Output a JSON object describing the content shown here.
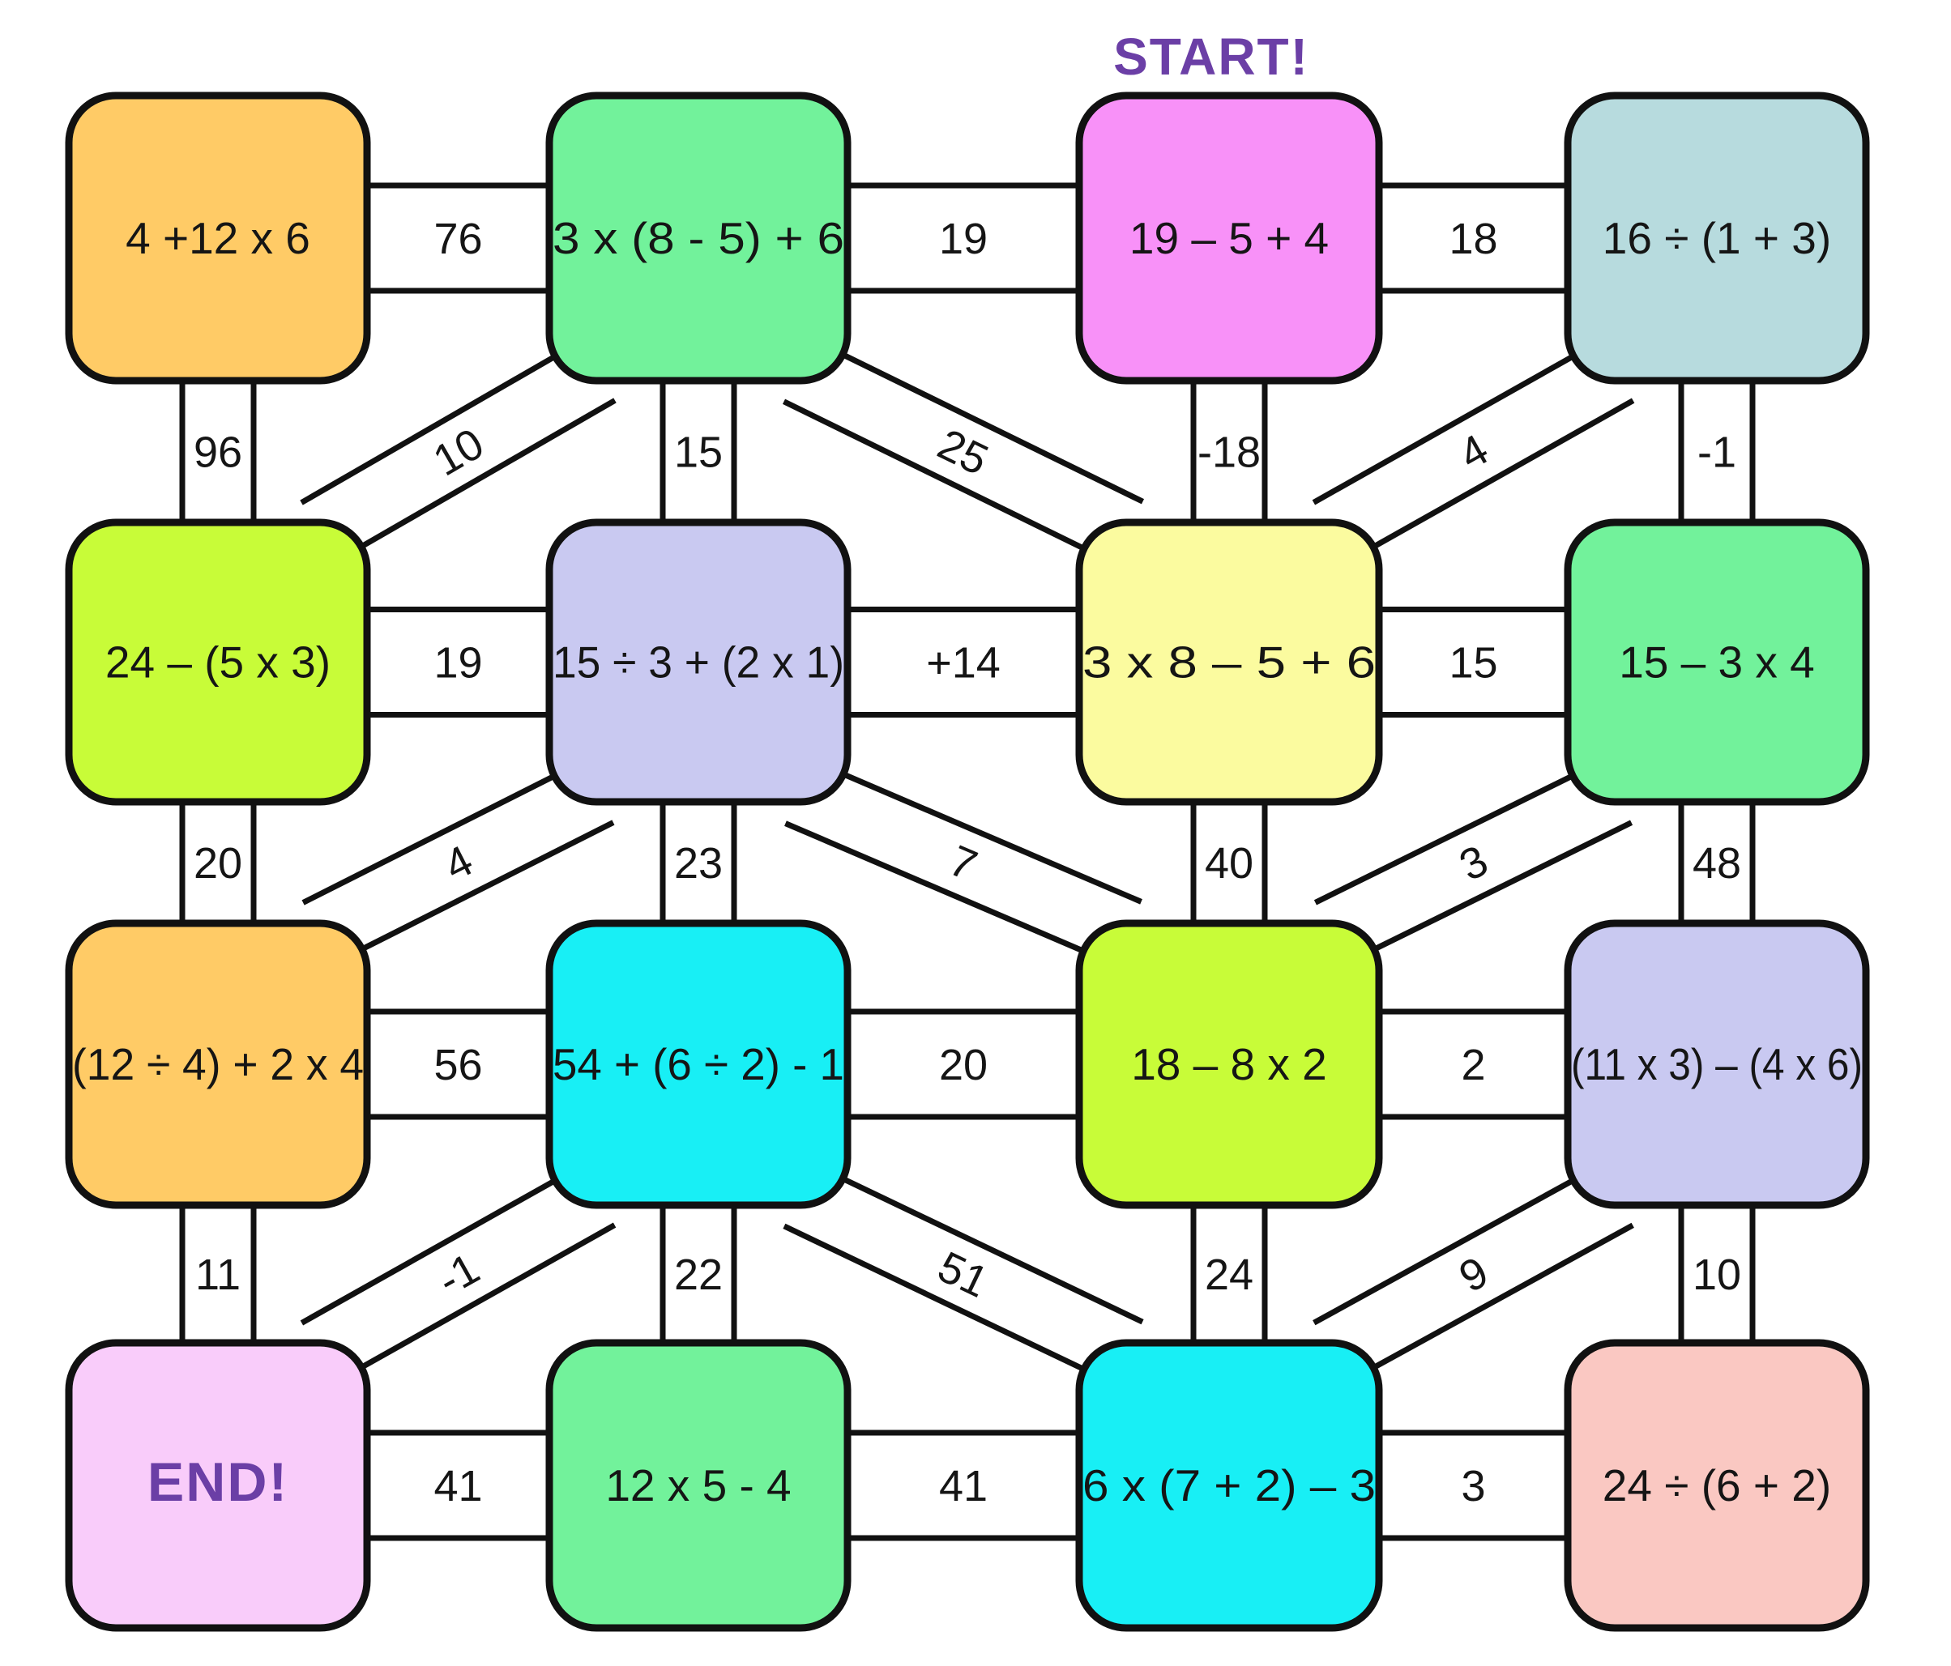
{
  "maze": {
    "start_label": "START!",
    "accent": "#6B3FA6",
    "line_color": "#111111",
    "background": "#ffffff",
    "boxes": [
      {
        "id": "A1",
        "row": 0,
        "col": 0,
        "expr": "4 +12 x 6",
        "color": "#FFCB66"
      },
      {
        "id": "A2",
        "row": 0,
        "col": 1,
        "expr": "3 x (8 - 5) + 6",
        "color": "#72F29B"
      },
      {
        "id": "A3",
        "row": 0,
        "col": 2,
        "expr": "19 – 5 + 4",
        "color": "#F891F8"
      },
      {
        "id": "A4",
        "row": 0,
        "col": 3,
        "expr": "16 ÷ (1 + 3)",
        "color": "#B7DBDE"
      },
      {
        "id": "B1",
        "row": 1,
        "col": 0,
        "expr": "24 – (5 x 3)",
        "color": "#C8FC38"
      },
      {
        "id": "B2",
        "row": 1,
        "col": 1,
        "expr": "15 ÷ 3 + (2 x 1)",
        "color": "#C9C9F1"
      },
      {
        "id": "B3",
        "row": 1,
        "col": 2,
        "expr": "3 x 8 – 5 + 6",
        "color": "#FBFB9F"
      },
      {
        "id": "B4",
        "row": 1,
        "col": 3,
        "expr": "15 – 3 x 4",
        "color": "#72F29B"
      },
      {
        "id": "C1",
        "row": 2,
        "col": 0,
        "expr": "(12 ÷ 4) + 2 x 4",
        "color": "#FFCB66"
      },
      {
        "id": "C2",
        "row": 2,
        "col": 1,
        "expr": "54 + (6 ÷ 2) - 1",
        "color": "#18EFF5"
      },
      {
        "id": "C3",
        "row": 2,
        "col": 2,
        "expr": "18 – 8 x 2",
        "color": "#C8FC38"
      },
      {
        "id": "C4",
        "row": 2,
        "col": 3,
        "expr": "(11 x 3) – (4 x 6)",
        "color": "#C9C9F1"
      },
      {
        "id": "D1",
        "row": 3,
        "col": 0,
        "expr": "END!",
        "color": "#F9CCFA",
        "terminal": true
      },
      {
        "id": "D2",
        "row": 3,
        "col": 1,
        "expr": "12 x 5 - 4",
        "color": "#72F29B"
      },
      {
        "id": "D3",
        "row": 3,
        "col": 2,
        "expr": "6 x (7 + 2) – 3",
        "color": "#18EFF5"
      },
      {
        "id": "D4",
        "row": 3,
        "col": 3,
        "expr": "24 ÷ (6 + 2)",
        "color": "#FAC8C2"
      }
    ],
    "edges": [
      {
        "from": "A1",
        "to": "A2",
        "label": "76",
        "type": "h"
      },
      {
        "from": "A2",
        "to": "A3",
        "label": "19",
        "type": "h"
      },
      {
        "from": "A3",
        "to": "A4",
        "label": "18",
        "type": "h"
      },
      {
        "from": "A1",
        "to": "B1",
        "label": "96",
        "type": "v"
      },
      {
        "from": "A2",
        "to": "B2",
        "label": "15",
        "type": "v"
      },
      {
        "from": "A3",
        "to": "B3",
        "label": "-18",
        "type": "v"
      },
      {
        "from": "A4",
        "to": "B4",
        "label": "-1",
        "type": "v"
      },
      {
        "from": "A2",
        "to": "B1",
        "label": "10",
        "type": "d"
      },
      {
        "from": "A2",
        "to": "B3",
        "label": "25",
        "type": "d"
      },
      {
        "from": "A4",
        "to": "B3",
        "label": "4",
        "type": "d"
      },
      {
        "from": "B1",
        "to": "B2",
        "label": "19",
        "type": "h"
      },
      {
        "from": "B2",
        "to": "B3",
        "label": "+14",
        "type": "h"
      },
      {
        "from": "B3",
        "to": "B4",
        "label": "15",
        "type": "h"
      },
      {
        "from": "B1",
        "to": "C1",
        "label": "20",
        "type": "v"
      },
      {
        "from": "B2",
        "to": "C2",
        "label": "23",
        "type": "v"
      },
      {
        "from": "B3",
        "to": "C3",
        "label": "40",
        "type": "v"
      },
      {
        "from": "B4",
        "to": "C4",
        "label": "48",
        "type": "v"
      },
      {
        "from": "B2",
        "to": "C1",
        "label": "4",
        "type": "d"
      },
      {
        "from": "B2",
        "to": "C3",
        "label": "7",
        "type": "d"
      },
      {
        "from": "B4",
        "to": "C3",
        "label": "3",
        "type": "d"
      },
      {
        "from": "C1",
        "to": "C2",
        "label": "56",
        "type": "h"
      },
      {
        "from": "C2",
        "to": "C3",
        "label": "20",
        "type": "h"
      },
      {
        "from": "C3",
        "to": "C4",
        "label": "2",
        "type": "h"
      },
      {
        "from": "C1",
        "to": "D1",
        "label": "11",
        "type": "v"
      },
      {
        "from": "C2",
        "to": "D2",
        "label": "22",
        "type": "v"
      },
      {
        "from": "C3",
        "to": "D3",
        "label": "24",
        "type": "v"
      },
      {
        "from": "C4",
        "to": "D4",
        "label": "10",
        "type": "v"
      },
      {
        "from": "C2",
        "to": "D1",
        "label": "-1",
        "type": "d"
      },
      {
        "from": "C2",
        "to": "D3",
        "label": "51",
        "type": "d"
      },
      {
        "from": "C4",
        "to": "D3",
        "label": "9",
        "type": "d"
      },
      {
        "from": "D1",
        "to": "D2",
        "label": "41",
        "type": "h"
      },
      {
        "from": "D2",
        "to": "D3",
        "label": "41",
        "type": "h"
      },
      {
        "from": "D3",
        "to": "D4",
        "label": "3",
        "type": "h"
      }
    ]
  }
}
